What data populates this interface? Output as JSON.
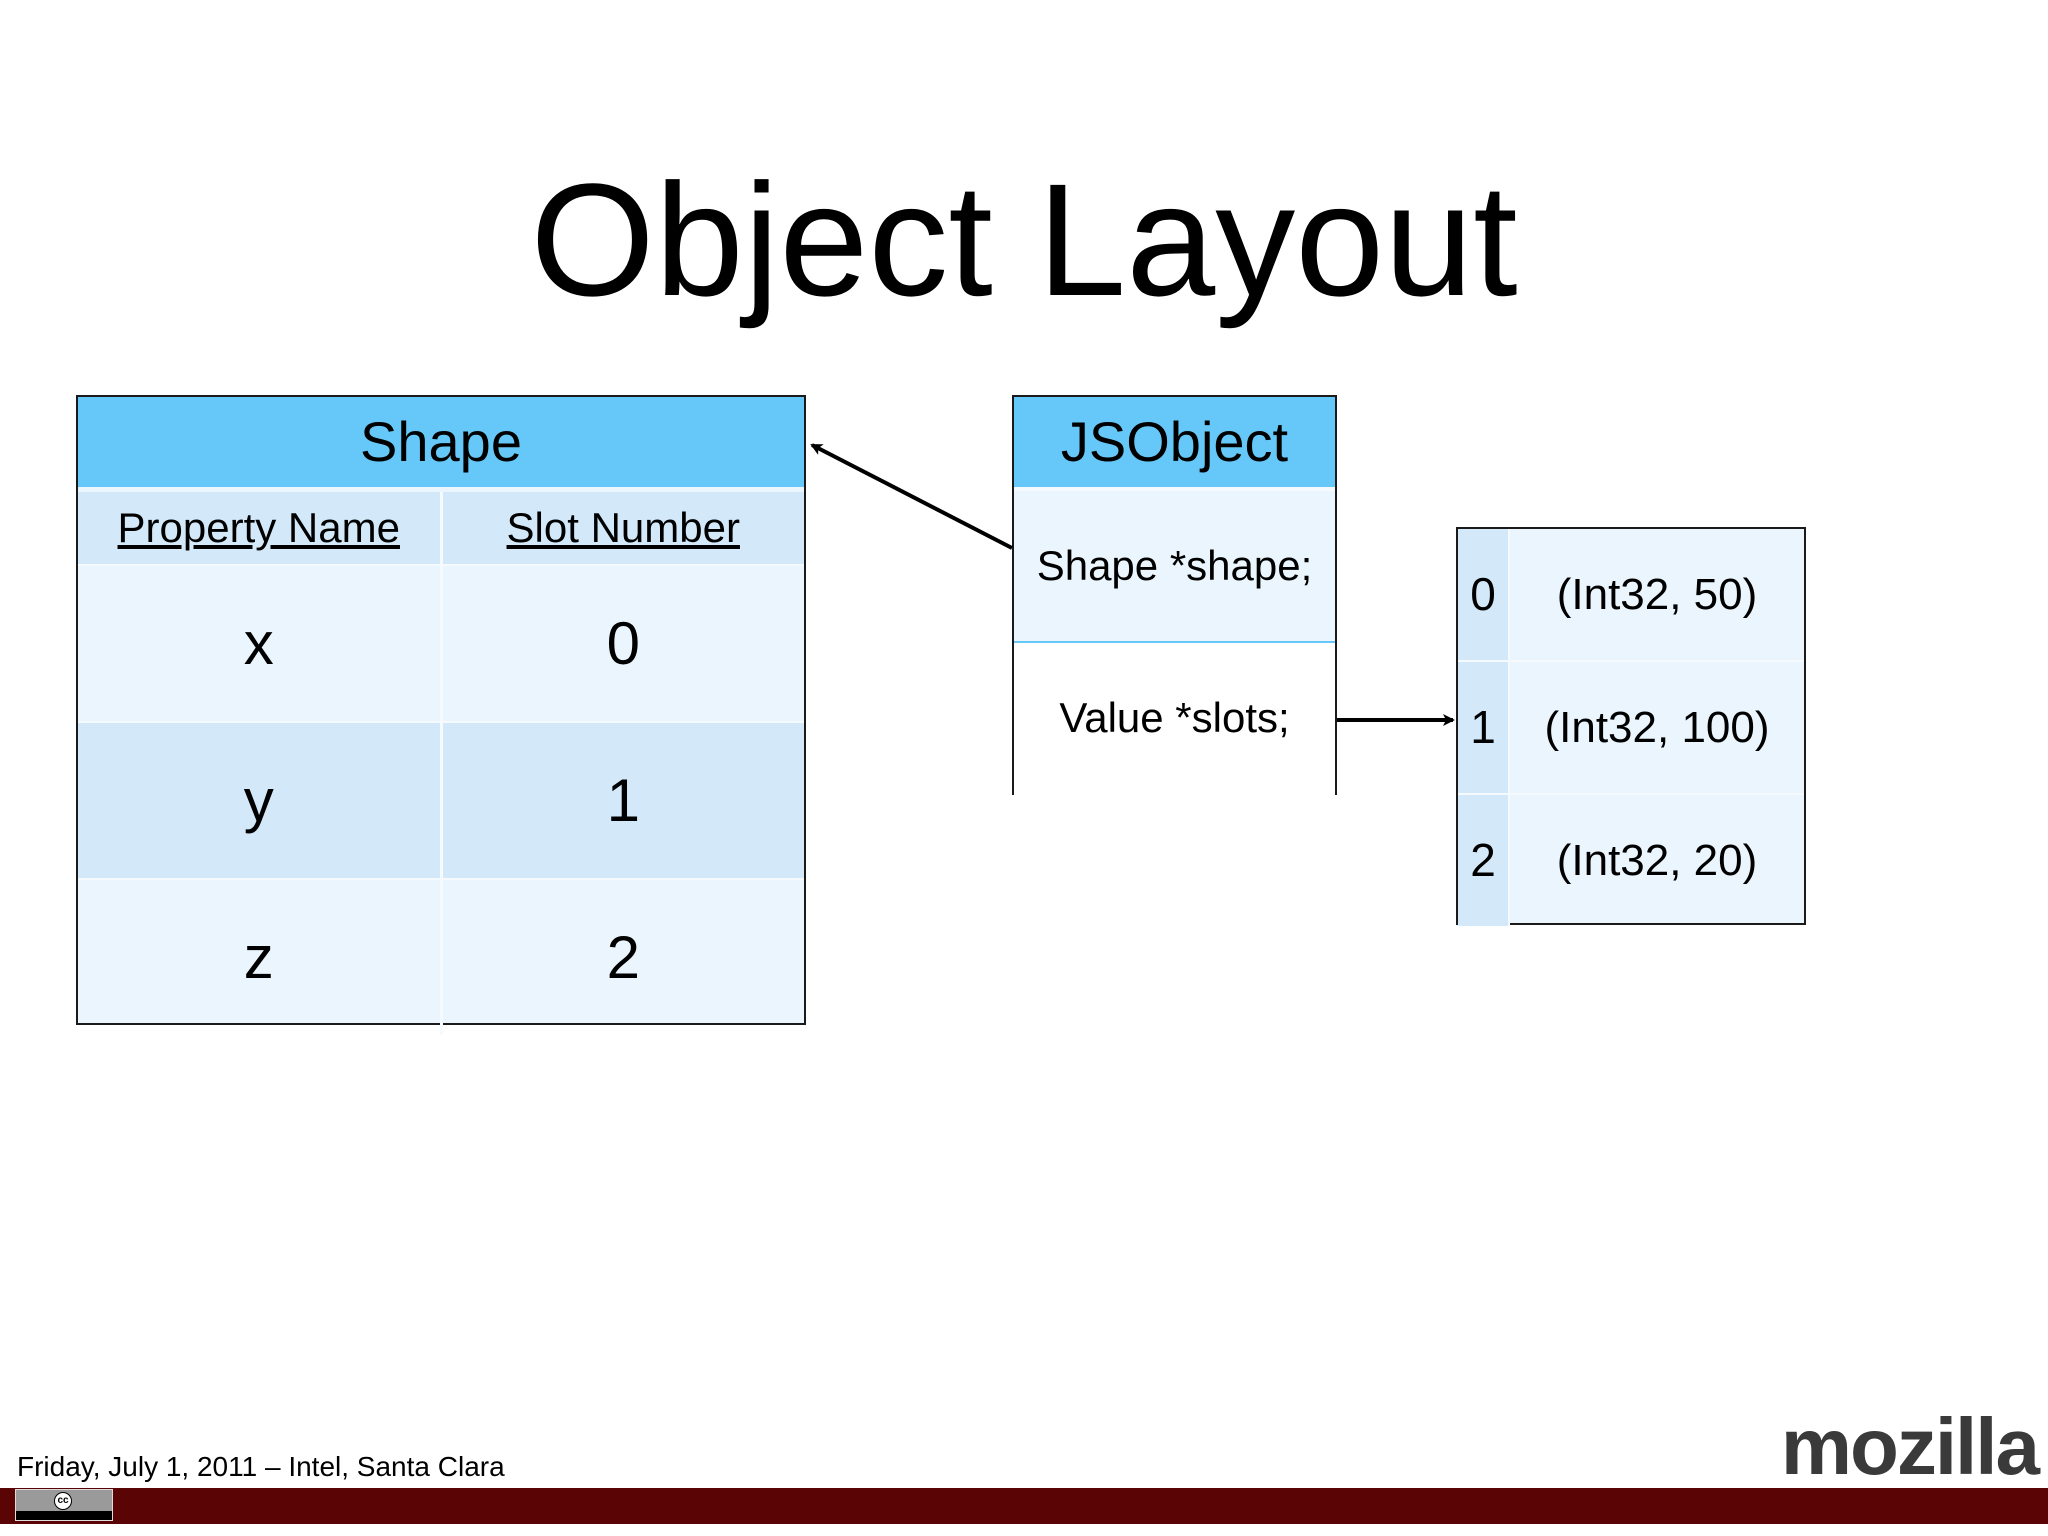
{
  "slide": {
    "title": "Object Layout"
  },
  "shape_table": {
    "title": "Shape",
    "columns": [
      "Property Name",
      "Slot Number"
    ],
    "rows": [
      {
        "property": "x",
        "slot": "0"
      },
      {
        "property": "y",
        "slot": "1"
      },
      {
        "property": "z",
        "slot": "2"
      }
    ]
  },
  "jsobject": {
    "title": "JSObject",
    "fields": [
      "Shape *shape;",
      "Value *slots;"
    ]
  },
  "slots_array": {
    "rows": [
      {
        "index": "0",
        "value": "(Int32, 50)"
      },
      {
        "index": "1",
        "value": "(Int32, 100)"
      },
      {
        "index": "2",
        "value": "(Int32, 20)"
      }
    ]
  },
  "footer": {
    "text": "Friday, July 1, 2011 – Intel, Santa Clara",
    "logo_text": "mozilla",
    "cc_icon": "creative-commons-some-rights-reserved-icon"
  },
  "colors": {
    "header_blue": "#66c8f8",
    "light_blue": "#eaf5fd",
    "alt_blue": "#d3e9fa",
    "footer_bar": "#5a0405"
  }
}
